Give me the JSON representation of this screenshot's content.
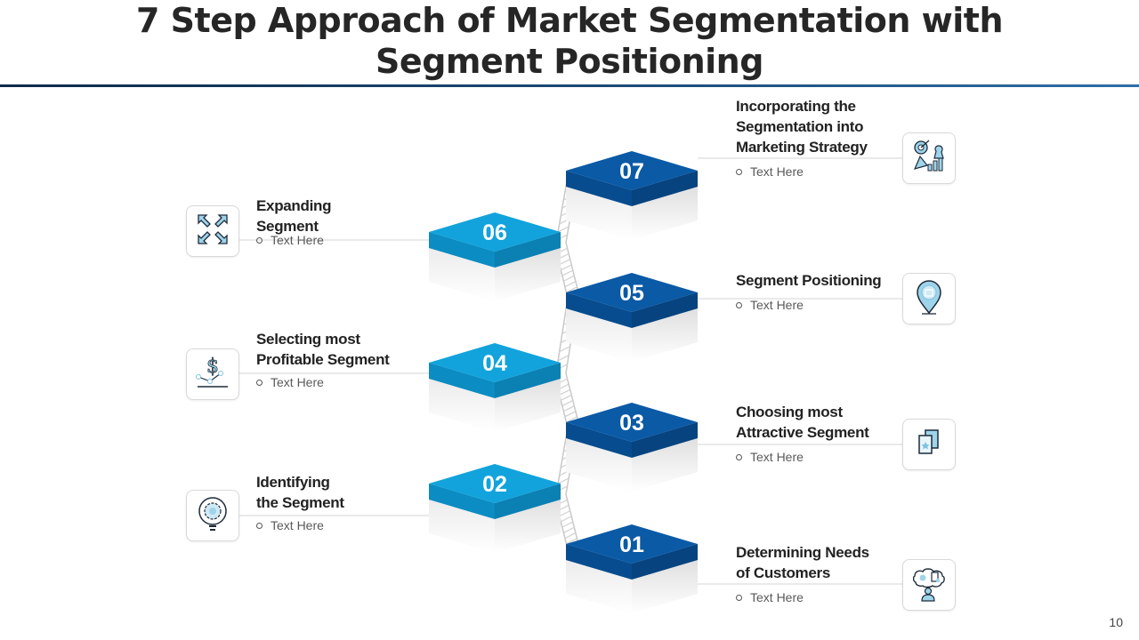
{
  "title": "7 Step Approach of Market Segmentation with Segment Positioning",
  "title_lines": [
    "7 Step Approach of Market Segmentation with",
    "Segment Positioning"
  ],
  "colors": {
    "dark_block": "#0a5aa6",
    "light_block": "#10a0d8",
    "icon_accent": "#9fd4ea",
    "text": "#222222"
  },
  "steps": [
    {
      "number": "01",
      "heading_lines": [
        "Determining Needs",
        "of Customers"
      ],
      "bullet": "Text Here",
      "icon": "customer-needs-icon",
      "side": "right"
    },
    {
      "number": "02",
      "heading_lines": [
        "Identifying",
        "the Segment"
      ],
      "bullet": "Text Here",
      "icon": "gear-bulb-icon",
      "side": "left"
    },
    {
      "number": "03",
      "heading_lines": [
        "Choosing most",
        "Attractive Segment"
      ],
      "bullet": "Text Here",
      "icon": "star-cards-icon",
      "side": "right"
    },
    {
      "number": "04",
      "heading_lines": [
        "Selecting most",
        "Profitable Segment"
      ],
      "bullet": "Text Here",
      "icon": "dollar-chart-icon",
      "side": "left"
    },
    {
      "number": "05",
      "heading_lines": [
        "Segment Positioning"
      ],
      "bullet": "Text Here",
      "icon": "location-pin-icon",
      "side": "right"
    },
    {
      "number": "06",
      "heading_lines": [
        "Expanding",
        "Segment"
      ],
      "bullet": "Text Here",
      "icon": "expand-arrows-icon",
      "side": "left"
    },
    {
      "number": "07",
      "heading_lines": [
        "Incorporating the",
        "Segmentation into",
        "Marketing Strategy"
      ],
      "bullet": "Text Here",
      "icon": "strategy-icon",
      "side": "right"
    }
  ],
  "page_number": "10"
}
